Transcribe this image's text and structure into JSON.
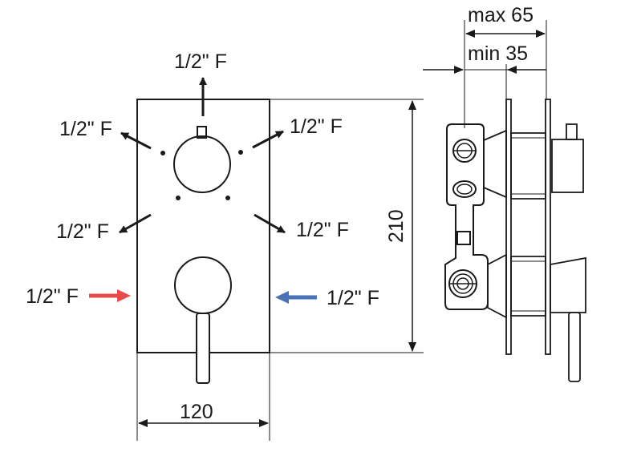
{
  "labels": {
    "outlet_top": "1/2\" F",
    "outlet_upper_left": "1/2\" F",
    "outlet_upper_right": "1/2\" F",
    "outlet_lower_left": "1/2\" F",
    "outlet_lower_right": "1/2\" F",
    "inlet_hot": "1/2\" F",
    "inlet_cold": "1/2\" F"
  },
  "dimensions": {
    "width": "120",
    "height": "210",
    "depth_max": "max 65",
    "depth_min": "min 35"
  },
  "colors": {
    "hot_arrow": "#e8494b",
    "cold_arrow": "#4a72b8",
    "line": "#1a1a1a"
  }
}
